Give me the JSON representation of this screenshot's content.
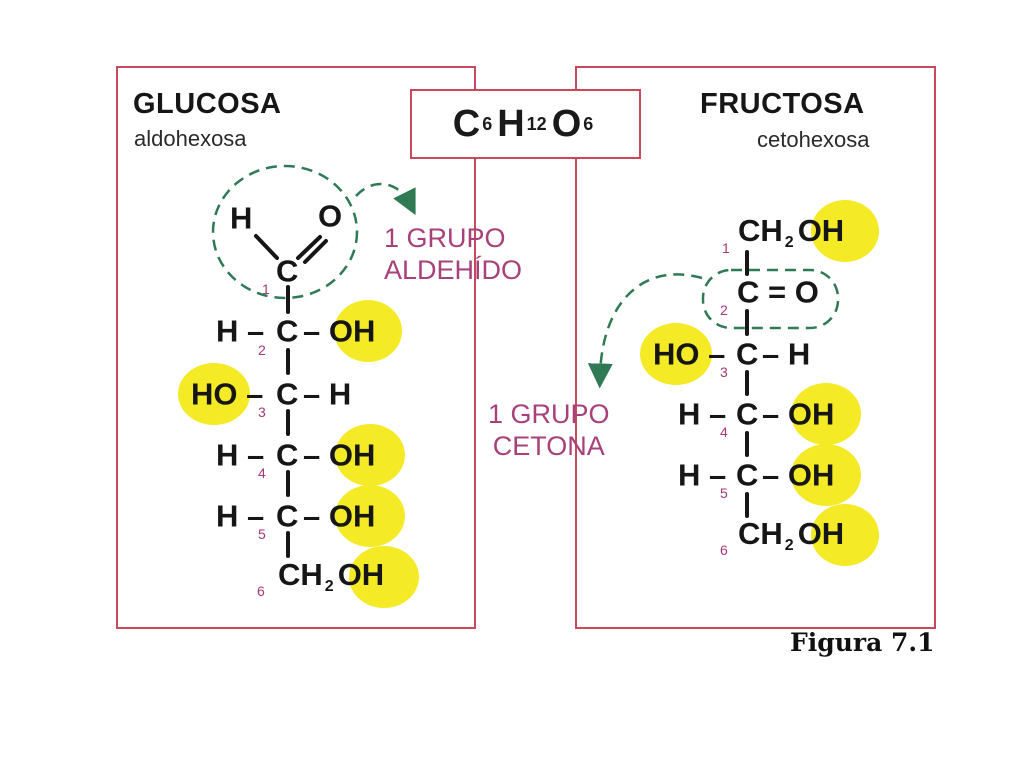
{
  "formula": {
    "c": "C",
    "c_sub": "6",
    "h": "H",
    "h_sub": "12",
    "o": "O",
    "o_sub": "6"
  },
  "glucose": {
    "title": "GLUCOSA",
    "subtitle": "aldohexosa",
    "annotation_line1": "1 GRUPO",
    "annotation_line2": "ALDEHÍDO",
    "atoms": {
      "aldehyde_h": "H",
      "aldehyde_o": "O",
      "c1": "C",
      "c2_left": "H –",
      "c2": "C",
      "c2_right": "– OH",
      "c3_left": "HO –",
      "c3": "C",
      "c3_right": "– H",
      "c4_left": "H –",
      "c4": "C",
      "c4_right": "– OH",
      "c5_left": "H –",
      "c5": "C",
      "c5_right": "– OH",
      "c6_ch": "CH",
      "c6_sub": "2",
      "c6_oh": "OH"
    },
    "numbers": [
      "1",
      "2",
      "3",
      "4",
      "5",
      "6"
    ]
  },
  "fructose": {
    "title": "FRUCTOSA",
    "subtitle": "cetohexosa",
    "annotation_line1": "1 GRUPO",
    "annotation_line2": "CETONA",
    "atoms": {
      "c1_ch": "CH",
      "c1_sub": "2",
      "c1_oh": "OH",
      "c2": "C = O",
      "c3_left": "HO –",
      "c3": "C",
      "c3_right": "– H",
      "c4_left": "H –",
      "c4": "C",
      "c4_right": "– OH",
      "c5_left": "H –",
      "c5": "C",
      "c5_right": "– OH",
      "c6_ch": "CH",
      "c6_sub": "2",
      "c6_oh": "OH"
    },
    "numbers": [
      "1",
      "2",
      "3",
      "4",
      "5",
      "6"
    ]
  },
  "colors": {
    "border": "#c9485a",
    "highlight": "#f4ea26",
    "annotation": "#a8407a",
    "arrow": "#2f7a55"
  },
  "caption": "Figura 7.1"
}
